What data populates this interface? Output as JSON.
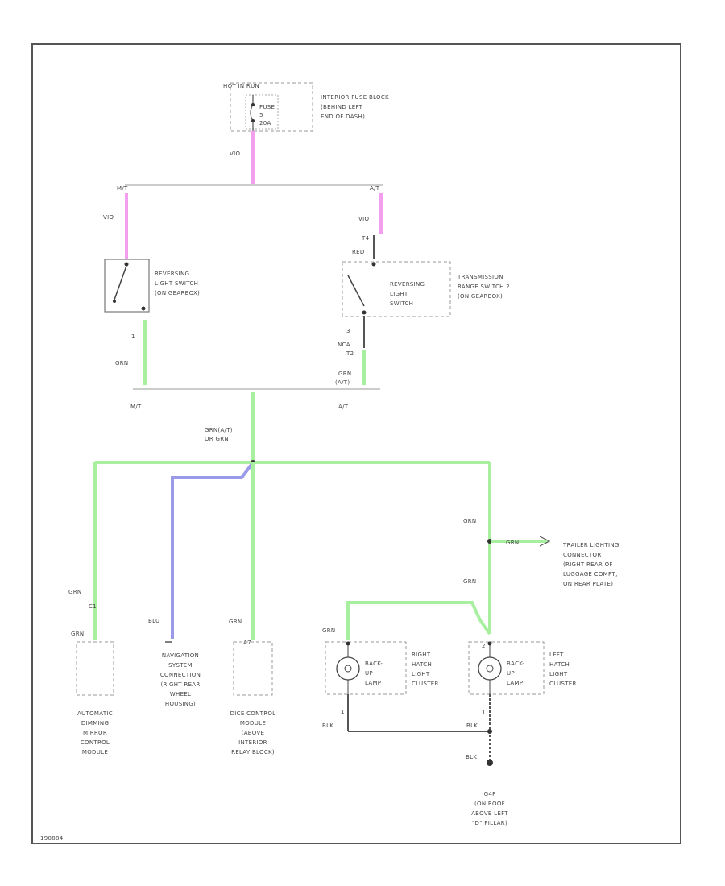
{
  "fuse_block": {
    "header": "HOT IN RUN",
    "fuse_label": [
      "FUSE",
      "5",
      "20A"
    ],
    "location": [
      "INTERIOR FUSE BLOCK",
      "(BEHIND LEFT",
      "END OF DASH)"
    ]
  },
  "wire_labels": {
    "fuse_out": "VIO",
    "mt_in": "VIO",
    "at_in": "VIO",
    "at_pin_top": "T4",
    "at_wire_top": "RED",
    "mt_pin": "1",
    "mt_out": "GRN",
    "at_pin_bot": "3",
    "at_wire_bot": "NCA",
    "at_pin_bot2": "T2",
    "at_out": [
      "GRN",
      "(A/T)"
    ],
    "junction": [
      "GRN(A/T)",
      "OR GRN"
    ],
    "right_branch_1": "GRN",
    "trailer_wire": "GRN",
    "right_branch_2": "GRN",
    "mirror_wire": "GRN",
    "mirror_pin": "C1",
    "mirror_pin2": "GRN",
    "nav_wire": "BLU",
    "dice_wire": "GRN",
    "dice_pin": "A7",
    "rh_lamp_wire": "GRN",
    "lh_lamp_pin_top": "2",
    "rh_pin_bot": "1",
    "lh_pin_bot": "1",
    "ground_blk_1": "BLK",
    "ground_blk_2": "BLK",
    "ground_blk_3": "BLK"
  },
  "bus": {
    "top_mt": "M/T",
    "top_at": "A/T",
    "bot_mt": "M/T",
    "bot_at": "A/T"
  },
  "mt_switch": {
    "label": [
      "REVERSING",
      "LIGHT SWITCH",
      "(ON GEARBOX)"
    ]
  },
  "at_switch": {
    "inner_label": [
      "REVERSING",
      "LIGHT",
      "SWITCH"
    ],
    "outer_label": [
      "TRANSMISSION",
      "RANGE SWITCH 2",
      "(ON GEARBOX)"
    ]
  },
  "trailer": {
    "label": [
      "TRAILER LIGHTING",
      "CONNECTOR",
      "(RIGHT REAR OF",
      "LUGGAGE COMPT,",
      "ON REAR PLATE)"
    ]
  },
  "components": {
    "mirror": [
      "AUTOMATIC",
      "DIMMING",
      "MIRROR",
      "CONTROL",
      "MODULE"
    ],
    "nav": [
      "NAVIGATION",
      "SYSTEM",
      "CONNECTION",
      "(RIGHT REAR",
      "WHEEL",
      "HOUSING)"
    ],
    "dice": [
      "DICE CONTROL",
      "MODULE",
      "(ABOVE",
      "INTERIOR",
      "RELAY BLOCK)"
    ]
  },
  "lamps": {
    "right_bulb": [
      "BACK-",
      "UP",
      "LAMP"
    ],
    "right_cluster": [
      "RIGHT",
      "HATCH",
      "LIGHT",
      "CLUSTER"
    ],
    "left_bulb": [
      "BACK-",
      "UP",
      "LAMP"
    ],
    "left_cluster": [
      "LEFT",
      "HATCH",
      "LIGHT",
      "CLUSTER"
    ]
  },
  "ground": {
    "label": [
      "G4F",
      "(ON ROOF",
      "ABOVE LEFT",
      "\"D\" PILLAR)"
    ]
  },
  "footer_code": "190884"
}
